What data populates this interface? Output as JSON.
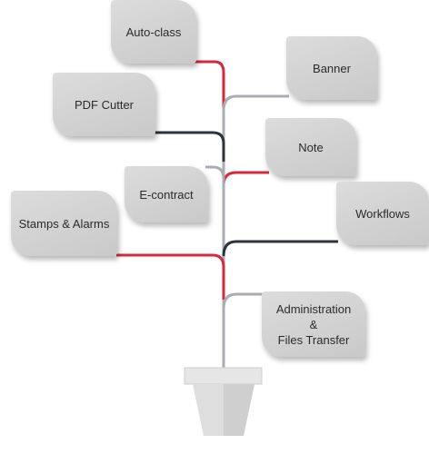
{
  "nodes": {
    "auto_class": "Auto-class",
    "banner": "Banner",
    "pdf_cutter": "PDF Cutter",
    "note": "Note",
    "e_contract": "E-contract",
    "workflows": "Workflows",
    "stamps_alarms": "Stamps & Alarms",
    "administration": [
      "Administration",
      "&",
      "Files Transfer"
    ]
  },
  "colors": {
    "red": "#d42a3c",
    "dark": "#2e333b",
    "gray": "#a9adb3",
    "card": "#cfcfcf",
    "pot": "#d9d9d9"
  }
}
